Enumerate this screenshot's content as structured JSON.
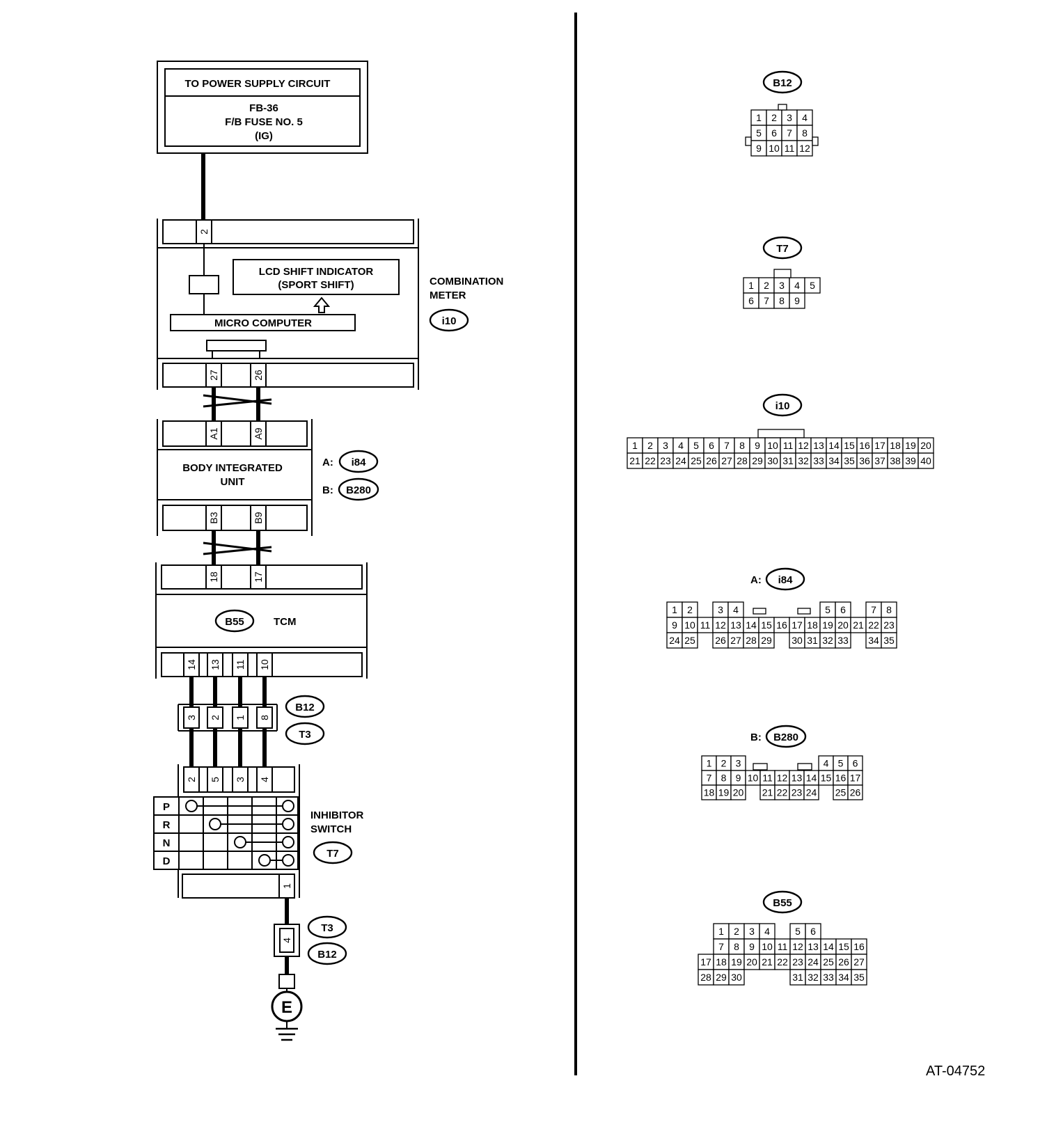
{
  "power": {
    "title": "TO POWER SUPPLY CIRCUIT",
    "line1": "FB-36",
    "line2": "F/B FUSE NO. 5",
    "line3": "(IG)"
  },
  "meter": {
    "pin_top": "2",
    "lcd_line1": "LCD SHIFT INDICATOR",
    "lcd_line2": "(SPORT SHIFT)",
    "micro": "MICRO COMPUTER",
    "name_line1": "COMBINATION",
    "name_line2": "METER",
    "connector": "i10",
    "pin_a": "27",
    "pin_b": "26"
  },
  "biu": {
    "pin_top_a": "A1",
    "pin_top_b": "A9",
    "name_line1": "BODY INTEGRATED",
    "name_line2": "UNIT",
    "a_prefix": "A:",
    "a_conn": "i84",
    "b_prefix": "B:",
    "b_conn": "B280",
    "pin_bot_a": "B3",
    "pin_bot_b": "B9"
  },
  "tcm": {
    "pin_top_a": "18",
    "pin_top_b": "17",
    "conn": "B55",
    "name": "TCM",
    "pins_bottom": [
      "14",
      "13",
      "11",
      "10"
    ]
  },
  "joint1": {
    "pins": [
      "3",
      "2",
      "1",
      "8"
    ],
    "conn_a": "B12",
    "conn_b": "T3"
  },
  "inhibitor": {
    "pins_top": [
      "2",
      "5",
      "3",
      "4"
    ],
    "rows": [
      "P",
      "R",
      "N",
      "D"
    ],
    "name_line1": "INHIBITOR",
    "name_line2": "SWITCH",
    "conn": "T7",
    "pin_bottom": "1"
  },
  "joint2": {
    "pin": "4",
    "conn_a": "T3",
    "conn_b": "B12"
  },
  "ground": {
    "label": "E"
  },
  "connectors": {
    "b12": {
      "tag": "B12",
      "rows": [
        [
          "1",
          "2",
          "3",
          "4"
        ],
        [
          "5",
          "6",
          "7",
          "8"
        ],
        [
          "9",
          "10",
          "11",
          "12"
        ]
      ]
    },
    "t7": {
      "tag": "T7",
      "rows": [
        [
          "1",
          "2",
          "3",
          "4",
          "5"
        ],
        [
          "6",
          "7",
          "8",
          "9"
        ]
      ]
    },
    "i10": {
      "tag": "i10",
      "rows": [
        [
          "1",
          "2",
          "3",
          "4",
          "5",
          "6",
          "7",
          "8",
          "9",
          "10",
          "11",
          "12",
          "13",
          "14",
          "15",
          "16",
          "17",
          "18",
          "19",
          "20"
        ],
        [
          "21",
          "22",
          "23",
          "24",
          "25",
          "26",
          "27",
          "28",
          "29",
          "30",
          "31",
          "32",
          "33",
          "34",
          "35",
          "36",
          "37",
          "38",
          "39",
          "40"
        ]
      ]
    },
    "i84": {
      "prefix": "A:",
      "tag": "i84",
      "rows": [
        [
          "1",
          "2",
          "",
          "3",
          "4",
          "",
          "",
          "",
          "",
          "",
          "5",
          "6",
          "",
          "7",
          "8"
        ],
        [
          "9",
          "10",
          "11",
          "12",
          "13",
          "14",
          "15",
          "16",
          "17",
          "18",
          "19",
          "20",
          "21",
          "22",
          "23"
        ],
        [
          "24",
          "25",
          "",
          "26",
          "27",
          "28",
          "29",
          "",
          "30",
          "31",
          "32",
          "33",
          "",
          "34",
          "35"
        ]
      ]
    },
    "b280": {
      "prefix": "B:",
      "tag": "B280",
      "rows": [
        [
          "1",
          "2",
          "3",
          "",
          "",
          "",
          "",
          "",
          "4",
          "5",
          "6"
        ],
        [
          "7",
          "8",
          "9",
          "10",
          "11",
          "12",
          "13",
          "14",
          "15",
          "16",
          "17"
        ],
        [
          "18",
          "19",
          "20",
          "",
          "21",
          "22",
          "23",
          "24",
          "",
          "25",
          "26"
        ]
      ]
    },
    "b55": {
      "tag": "B55",
      "rows": [
        [
          "",
          "1",
          "2",
          "3",
          "4",
          "",
          "5",
          "6"
        ],
        [
          "",
          "7",
          "8",
          "9",
          "10",
          "11",
          "12",
          "13",
          "14",
          "15",
          "16"
        ],
        [
          "17",
          "18",
          "19",
          "20",
          "21",
          "22",
          "23",
          "24",
          "25",
          "26",
          "27"
        ],
        [
          "28",
          "29",
          "30",
          "",
          "",
          "",
          "31",
          "32",
          "33",
          "34",
          "35"
        ]
      ]
    }
  },
  "figure_id": "AT-04752"
}
